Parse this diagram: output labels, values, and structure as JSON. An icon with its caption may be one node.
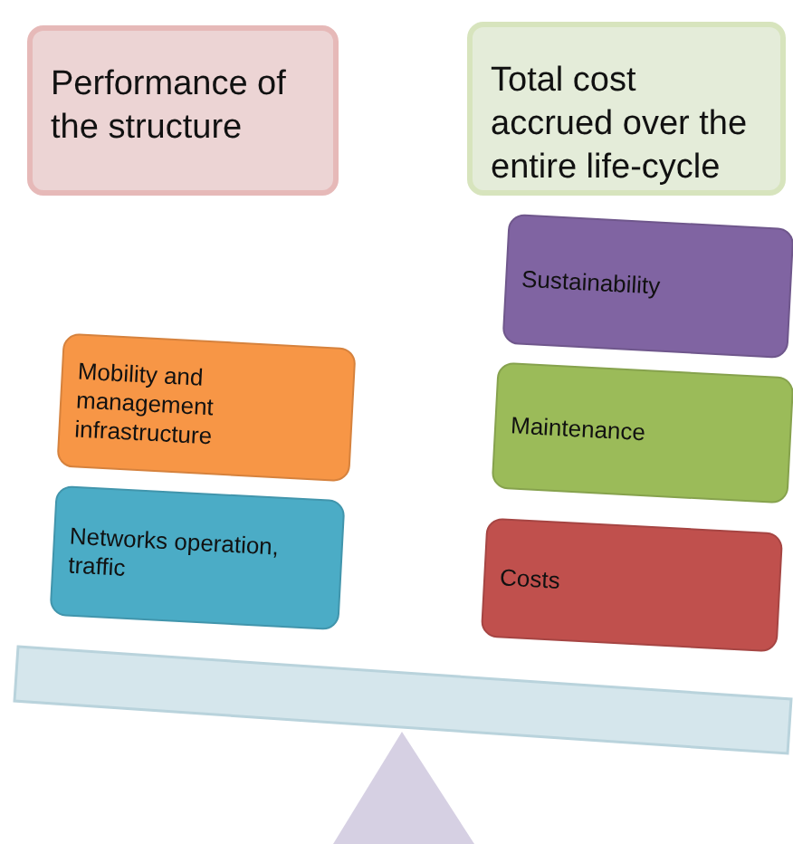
{
  "diagram": {
    "nodes": [
      {
        "text": [
          "Performance of the structure"
        ]
      },
      {
        "text": [
          "Total cost accrued over the entire life-cycle"
        ]
      },
      {
        "text": [
          "Sustainability"
        ]
      },
      {
        "text": [
          "Mobility and management infrastructure"
        ]
      },
      {
        "text": [
          "Maintenance"
        ]
      },
      {
        "text": [
          "Networks operation, traffic"
        ]
      },
      {
        "text": [
          "Costs"
        ]
      }
    ]
  }
}
